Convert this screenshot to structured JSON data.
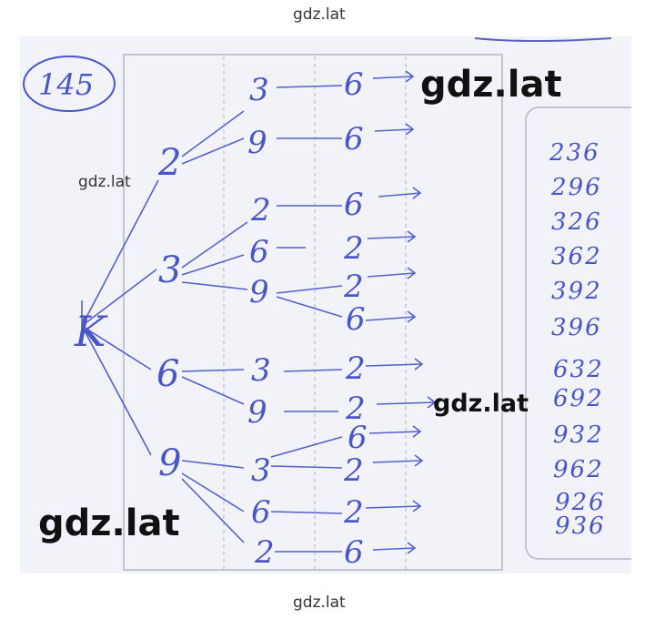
{
  "watermarks": {
    "top": "gdz.lat",
    "top_right": "gdz.lat",
    "left": "gdz.lat",
    "mid_right": "gdz.lat",
    "bottom_left": "gdz.lat",
    "bottom": "gdz.lat"
  },
  "problem_number": "145",
  "tree": {
    "root_symbol": "K",
    "branches": [
      {
        "first": "2",
        "children": [
          {
            "second": "3",
            "thirds": [
              "6"
            ]
          },
          {
            "second": "9",
            "thirds": [
              "6"
            ]
          }
        ]
      },
      {
        "first": "3",
        "children": [
          {
            "second": "2",
            "thirds": [
              "6"
            ]
          },
          {
            "second": "6",
            "thirds": [
              "2"
            ]
          },
          {
            "second": "9",
            "thirds": [
              "2",
              "6"
            ]
          }
        ]
      },
      {
        "first": "6",
        "children": [
          {
            "second": "3",
            "thirds": [
              "2"
            ]
          },
          {
            "second": "9",
            "thirds": [
              "2"
            ]
          }
        ]
      },
      {
        "first": "9",
        "children": [
          {
            "second": "3",
            "thirds": [
              "6",
              "2"
            ]
          },
          {
            "second": "6",
            "thirds": [
              "2"
            ]
          },
          {
            "second": "2",
            "thirds": [
              "6"
            ]
          }
        ]
      }
    ]
  },
  "results": [
    "236",
    "296",
    "326",
    "362",
    "392",
    "396",
    "632",
    "692",
    "932",
    "962",
    "926",
    "936"
  ],
  "colors": {
    "ink": "#4a55c8",
    "paper": "#f3f4f9",
    "grid": "#b9bdc9",
    "watermark": "#111111"
  }
}
